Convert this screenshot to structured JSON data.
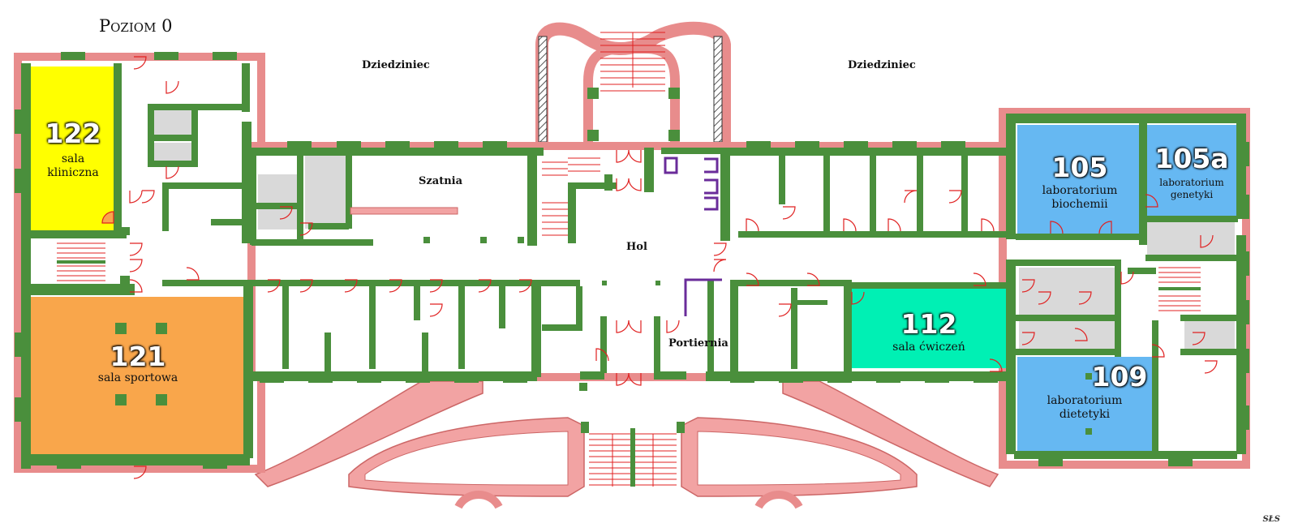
{
  "floor": {
    "title": "Poziom 0"
  },
  "colors": {
    "wall": "#4a8f3c",
    "outer_wall": "#e88c8c",
    "corridor": "#ffffff",
    "grey_room": "#d9d9d9",
    "door": "#e02020",
    "room_122": "#ffff00",
    "room_121": "#f9a64b",
    "room_112": "#00f0b4",
    "room_105": "#66b8f2",
    "room_109": "#66b8f2"
  },
  "rooms": {
    "r122": {
      "number": "122",
      "name_line1": "sala",
      "name_line2": "kliniczna"
    },
    "r121": {
      "number": "121",
      "name": "sala sportowa"
    },
    "r112": {
      "number": "112",
      "name": "sala ćwiczeń"
    },
    "r105": {
      "number": "105",
      "name_line1": "laboratorium",
      "name_line2": "biochemii"
    },
    "r105a": {
      "number": "105a",
      "name_line1": "laboratorium",
      "name_line2": "genetyki"
    },
    "r109": {
      "number": "109",
      "name_line1": "laboratorium",
      "name_line2": "dietetyki"
    }
  },
  "areas": {
    "courtyard_left": "Dziedziniec",
    "courtyard_right": "Dziedziniec",
    "cloakroom": "Szatnia",
    "hall": "Hol",
    "reception": "Portiernia"
  },
  "signature": "SŁS"
}
